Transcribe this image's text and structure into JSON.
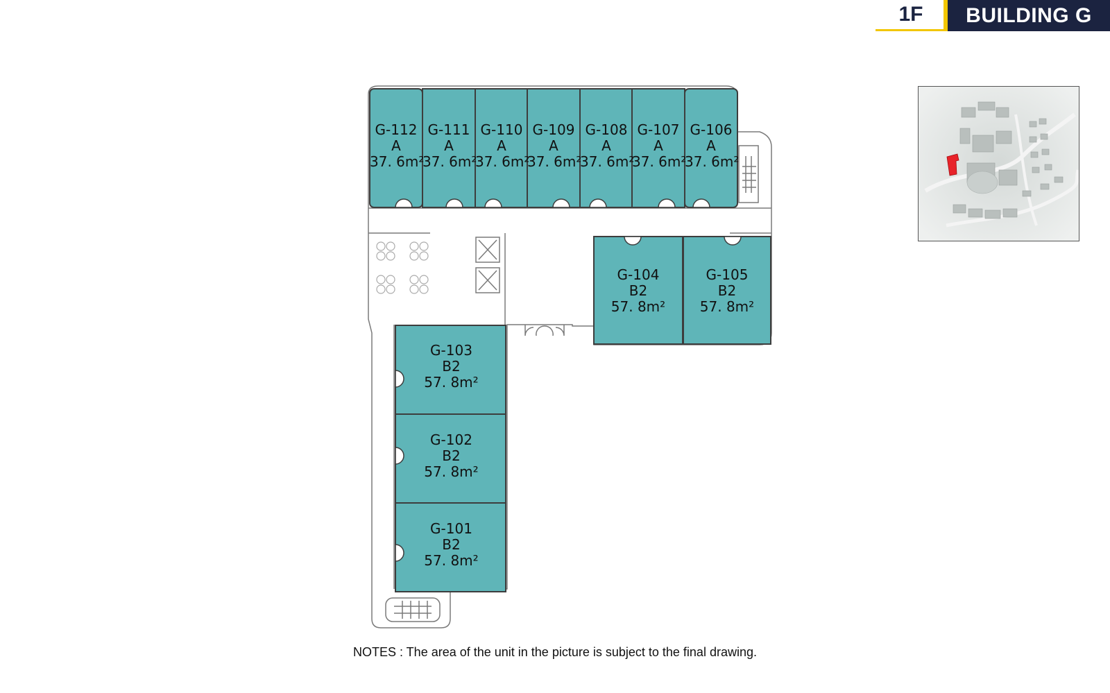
{
  "header": {
    "floor": "1F",
    "building": "BUILDING G",
    "accent_color": "#f2c600",
    "dark_color": "#1b2340"
  },
  "unit_color": "#5fb5b8",
  "units": [
    {
      "id": "G-112",
      "type": "A",
      "area": "37. 6m²"
    },
    {
      "id": "G-111",
      "type": "A",
      "area": "37. 6m²"
    },
    {
      "id": "G-110",
      "type": "A",
      "area": "37. 6m²"
    },
    {
      "id": "G-109",
      "type": "A",
      "area": "37. 6m²"
    },
    {
      "id": "G-108",
      "type": "A",
      "area": "37. 6m²"
    },
    {
      "id": "G-107",
      "type": "A",
      "area": "37. 6m²"
    },
    {
      "id": "G-106",
      "type": "A",
      "area": "37. 6m²"
    },
    {
      "id": "G-104",
      "type": "B2",
      "area": "57. 8m²"
    },
    {
      "id": "G-105",
      "type": "B2",
      "area": "57. 8m²"
    },
    {
      "id": "G-103",
      "type": "B2",
      "area": "57. 8m²"
    },
    {
      "id": "G-102",
      "type": "B2",
      "area": "57. 8m²"
    },
    {
      "id": "G-101",
      "type": "B2",
      "area": "57. 8m²"
    }
  ],
  "keyplan": {
    "highlight_color": "#e8232a"
  },
  "notes": "NOTES : The area of the unit in the picture is subject to the final drawing."
}
